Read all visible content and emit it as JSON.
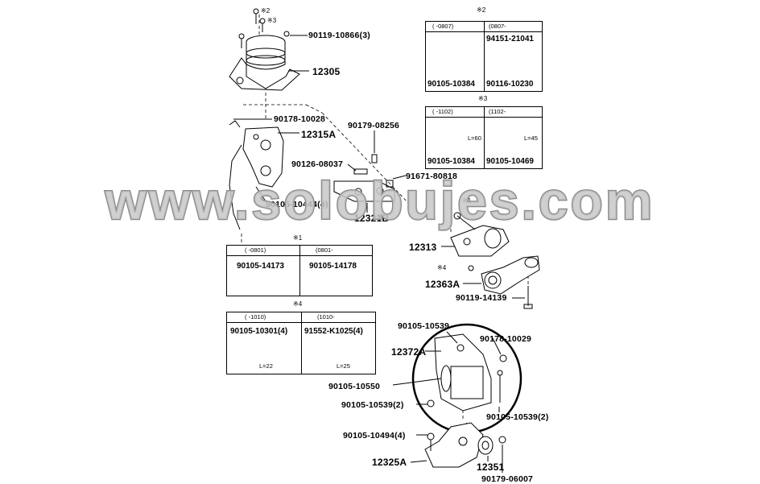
{
  "watermark": "www.solobujes.com",
  "main_labels": {
    "p12305": "12305",
    "p12315a": "12315A",
    "p12321b": "12321B",
    "p12313": "12313",
    "p12363a": "12363A",
    "p12372a": "12372A",
    "p12325a": "12325A",
    "p12351": "12351"
  },
  "part_labels": {
    "n90119_10866": "90119-10866(3)",
    "n90178_10028": "90178-10028",
    "n90179_08256": "90179-08256",
    "n90126_08037": "90126-08037",
    "n91671_80818": "91671-80818",
    "n90105_10444": "90105-10444(4)",
    "n90119_14139": "90119-14139",
    "n90105_10539_top": "90105-10539",
    "n90178_10029": "90178-10029",
    "n90105_10550": "90105-10550",
    "n90105_10539_2a": "90105-10539(2)",
    "n90105_10539_2b": "90105-10539(2)",
    "n90105_10494": "90105-10494(4)",
    "n90179_06007": "90179-06007"
  },
  "ref_marks": {
    "m2": "※2",
    "m3": "※3",
    "m1": "※1",
    "m4": "※4"
  },
  "tables": {
    "t2": {
      "mark": "※2",
      "col1_header": "(  -0807)",
      "col2_header": "(0807-  ",
      "col2_extra": "94151-21041",
      "col1_part": "90105-10384",
      "col2_part": "90116-10230"
    },
    "t3": {
      "mark": "※3",
      "col1_header": "(  -1102)",
      "col2_header": "(1102-  ",
      "col1_dim": "L=60",
      "col2_dim": "L=45",
      "col1_part": "90105-10384",
      "col2_part": "90105-10469"
    },
    "t1": {
      "mark": "※1",
      "col1_header": "(  -0801)",
      "col2_header": "(0801-  ",
      "col1_part": "90105-14173",
      "col2_part": "90105-14178"
    },
    "t4": {
      "mark": "※4",
      "col1_header": "(  -1010)",
      "col2_header": "(1010-  ",
      "col1_part": "90105-10301(4)",
      "col2_part": "91552-K1025(4)",
      "col1_dim": "L=22",
      "col2_dim": "L=25"
    }
  }
}
